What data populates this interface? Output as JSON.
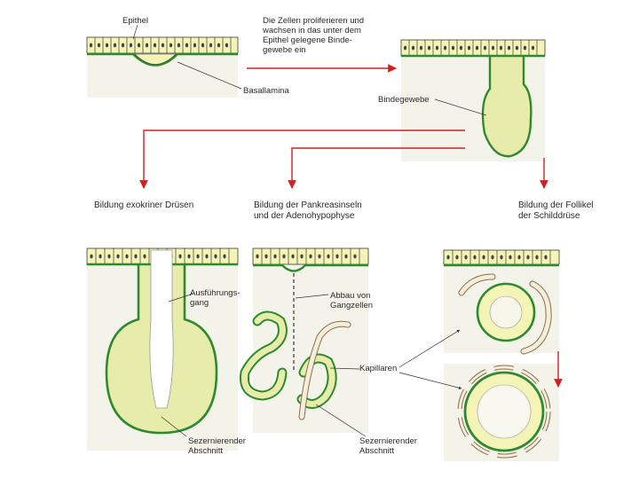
{
  "labels": {
    "epithel": "Epithel",
    "proliferation": "Die Zellen proliferieren und\nwachsen in das unter dem\nEpithel gelegene Binde-\ngewebe ein",
    "basallamina": "Basallamina",
    "bindegewebe": "Bindegewebe",
    "ausfuehrungsgang": "Ausführungs-\ngang",
    "abbau": "Abbau von\nGangzellen",
    "kapillaren": "Kapillaren",
    "sezernierend_1": "Sezernierender\nAbschnitt",
    "sezernierend_2": "Sezernierender\nAbschnitt"
  },
  "headings": {
    "exokrin": "Bildung exokriner Drüsen",
    "pankreas": "Bildung der Pankreasinseln\nund der Adenohypophyse",
    "follikel": "Bildung der Follikel\nder Schilddrüse"
  },
  "colors": {
    "arrow": "#d81e1e",
    "membrane": "#2e8a2e",
    "cell_fill": "#f3f4b6",
    "gland_fill": "#e8ecaa",
    "tissue": "#f3f3ea",
    "outline": "#3a3a3a",
    "vessel": "#f6eedb"
  }
}
